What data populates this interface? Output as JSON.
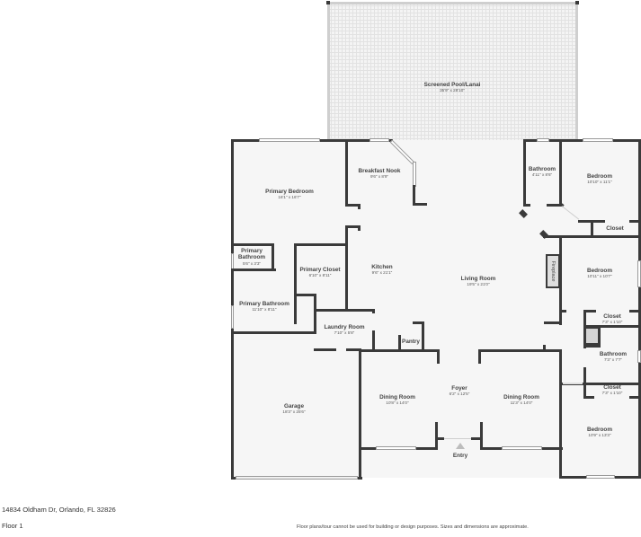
{
  "address": "14834 Oldham Dr, Orlando, FL 32826",
  "floor_label": "Floor 1",
  "disclaimer": "Floor plans/tour cannot be used for building or design purposes. Sizes and dimensions are approximate.",
  "colors": {
    "wall": "#3a3a3a",
    "floor": "#f6f6f6",
    "grid": "#e2e2e2"
  },
  "rooms": {
    "lanai": {
      "name": "Screened Pool/Lanai",
      "dims": "35'9\" x 28'10\""
    },
    "primary_bedroom": {
      "name": "Primary Bedroom",
      "dims": "16'1\" x 16'7\""
    },
    "breakfast_nook": {
      "name": "Breakfast Nook",
      "dims": "9'6\" x 8'9\""
    },
    "bathroom_top": {
      "name": "Bathroom",
      "dims": "4'11\" x 8'6\""
    },
    "bedroom_top": {
      "name": "Bedroom",
      "dims": "10'10\" x 11'1\""
    },
    "closet_top": {
      "name": "Closet"
    },
    "primary_bathroom_small": {
      "name_line1": "Primary",
      "name_line2": "Bathroom",
      "dims": "5'6\" x 3'3\""
    },
    "primary_closet": {
      "name": "Primary Closet",
      "dims": "6'10\" x 8'11\""
    },
    "kitchen": {
      "name": "Kitchen",
      "dims": "9'6\" x 21'1\""
    },
    "living_room": {
      "name": "Living Room",
      "dims": "19'5\" x 21'0\""
    },
    "fireplace": {
      "name": "Fireplace"
    },
    "bedroom_mid": {
      "name": "Bedroom",
      "dims": "10'11\" x 10'7\""
    },
    "closet_mid": {
      "name": "Closet",
      "dims": "7'3\" x 1'10\""
    },
    "primary_bathroom": {
      "name": "Primary Bathroom",
      "dims": "11'10\" x 8'11\""
    },
    "laundry_room": {
      "name": "Laundry Room",
      "dims": "7'10\" x 5'8\""
    },
    "pantry": {
      "name": "Pantry"
    },
    "bathroom_right": {
      "name": "Bathroom",
      "dims": "7'3\" x 7'7\""
    },
    "closet_right": {
      "name": "Closet",
      "dims": "7'3\" x 1'10\""
    },
    "garage": {
      "name": "Garage",
      "dims": "18'3\" x 25'6\""
    },
    "dining_left": {
      "name": "Dining Room",
      "dims": "10'8\" x 14'0\""
    },
    "foyer": {
      "name": "Foyer",
      "dims": "6'2\" x 12'5\""
    },
    "dining_right": {
      "name": "Dining Room",
      "dims": "11'3\" x 14'0\""
    },
    "bedroom_bottom": {
      "name": "Bedroom",
      "dims": "10'9\" x 13'3\""
    },
    "entry": {
      "name": "Entry"
    }
  }
}
